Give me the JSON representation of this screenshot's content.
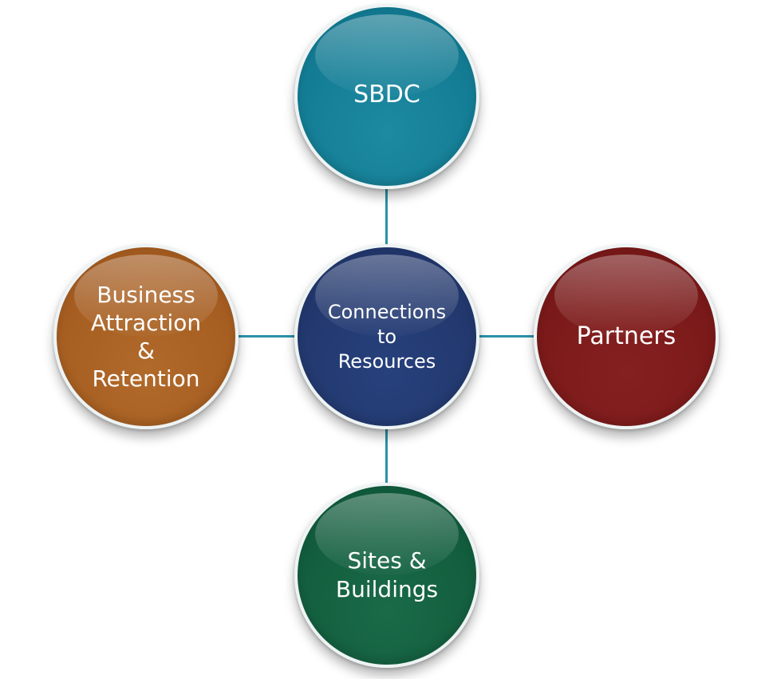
{
  "diagram": {
    "center": {
      "label": "Connections\nto\nResources",
      "color": "#23396f"
    },
    "nodes": {
      "top": {
        "label": "SBDC",
        "color": "#147e96"
      },
      "right": {
        "label": "Partners",
        "color": "#7c1a1a"
      },
      "bottom": {
        "label": "Sites &\nBuildings",
        "color": "#135f3f"
      },
      "left": {
        "label": "Business\nAttraction\n&\nRetention",
        "color": "#a85f22"
      }
    },
    "connector_color": "#2a93a8"
  }
}
